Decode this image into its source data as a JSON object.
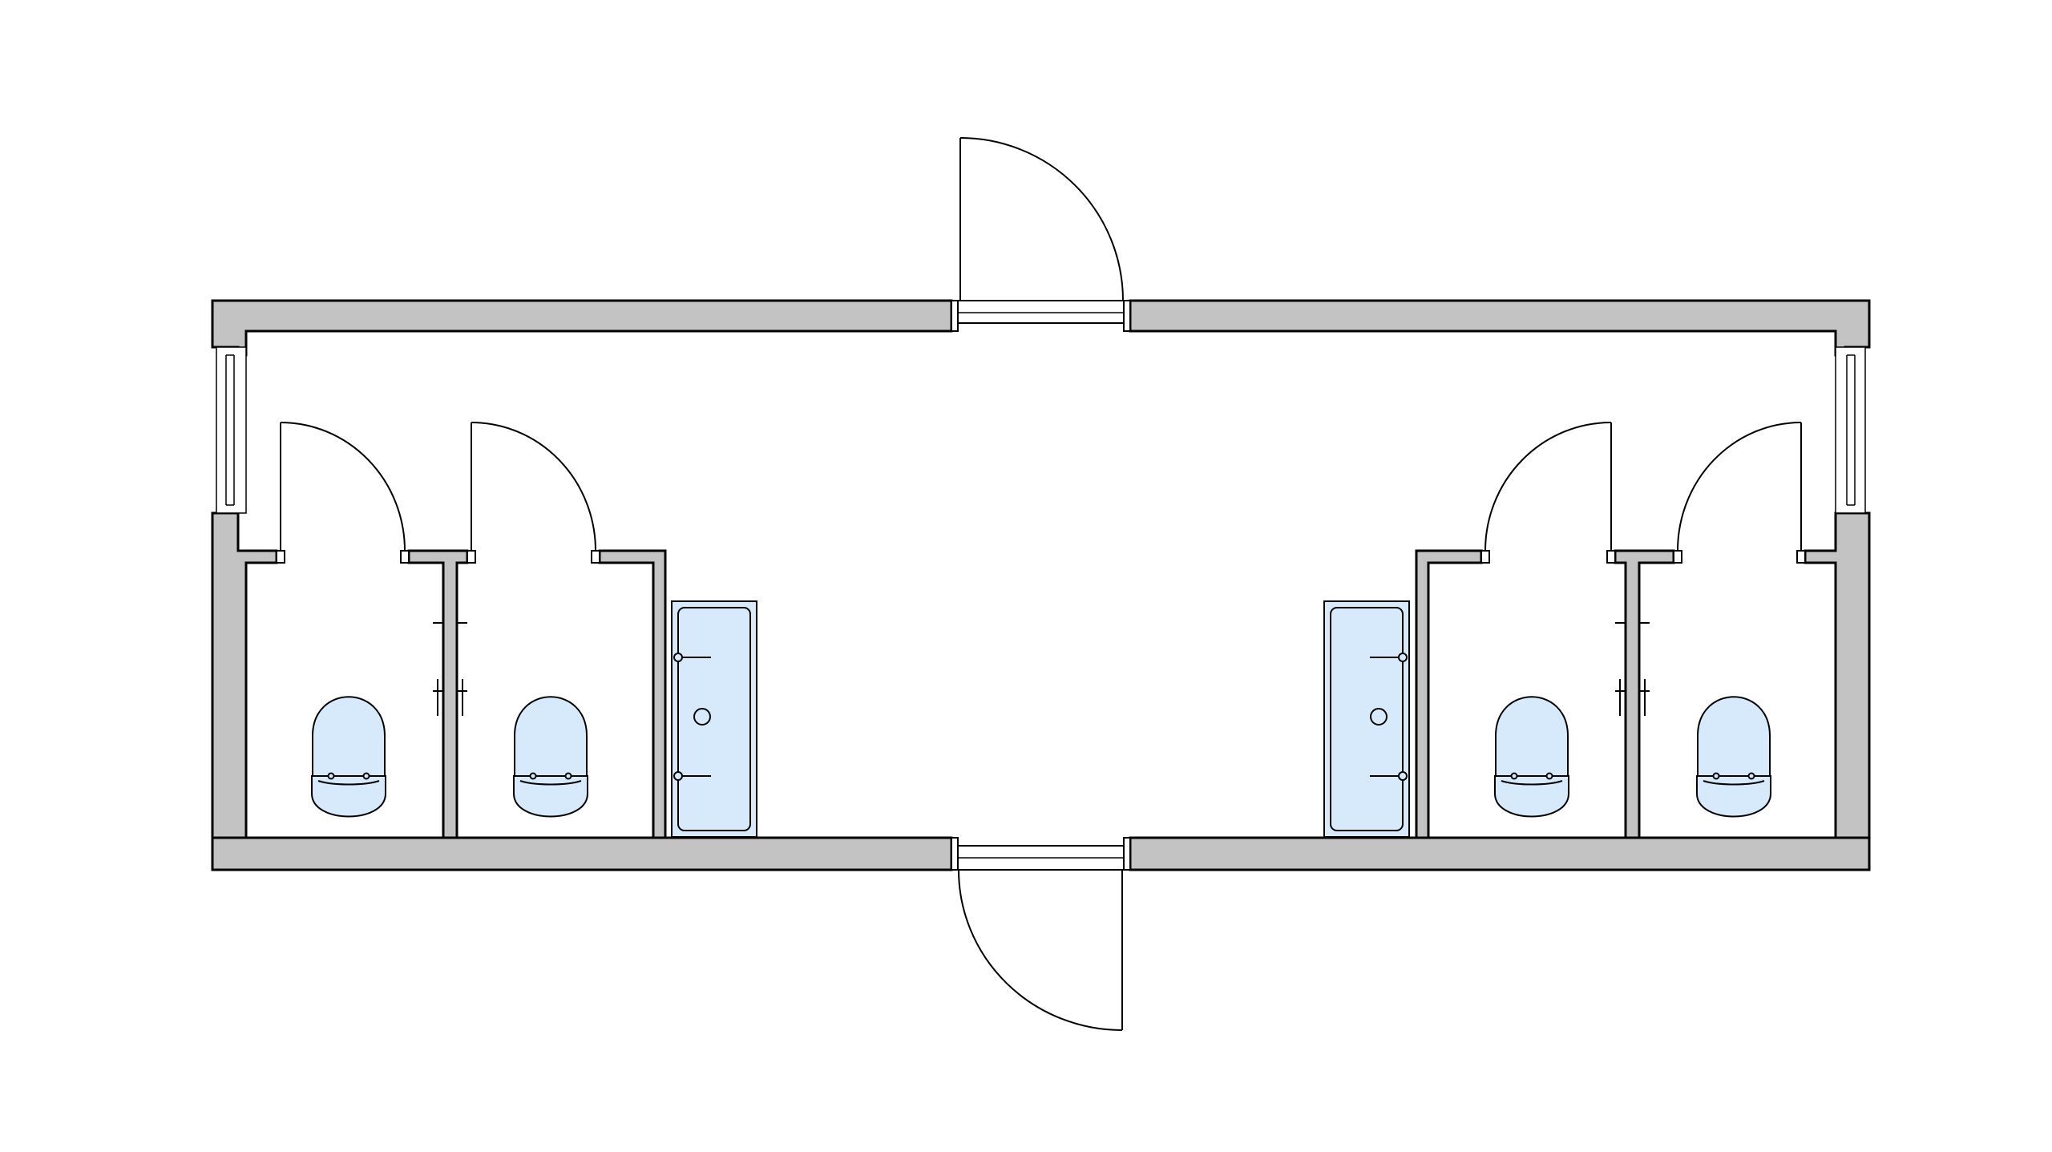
{
  "colors": {
    "wall_fill": "#c3c3c3",
    "outline": "#000000",
    "fixture_fill": "#d6eafc",
    "background": "#ffffff"
  },
  "icons": {
    "toilet": "toilet-icon",
    "washbasin": "washbasin-icon",
    "door": "door-swing-icon",
    "window": "window-icon",
    "grab_bar": "grab-bar-icon"
  },
  "elements": {
    "entrance_doors": 2,
    "toilet_stalls": 4,
    "washbasins": 2,
    "windows": 2
  }
}
